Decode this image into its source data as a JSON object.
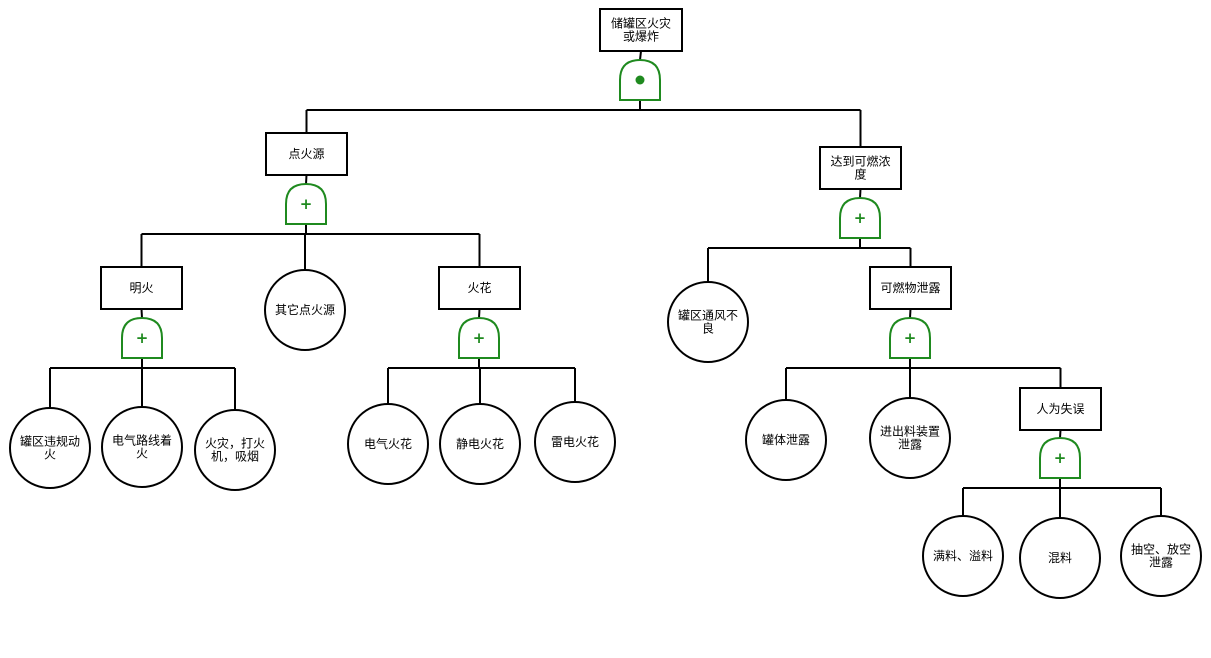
{
  "diagram": {
    "colors": {
      "gate": "#1f8a1f",
      "line": "#000000",
      "fill": "#ffffff"
    },
    "nodes": [
      {
        "id": "top",
        "shape": "rect",
        "lines": [
          "储罐区火灾",
          "或爆炸"
        ]
      },
      {
        "id": "ignition",
        "shape": "rect",
        "lines": [
          "点火源"
        ]
      },
      {
        "id": "conc",
        "shape": "rect",
        "lines": [
          "达到可燃浓",
          "度"
        ]
      },
      {
        "id": "flame",
        "shape": "rect",
        "lines": [
          "明火"
        ]
      },
      {
        "id": "other_ign",
        "shape": "circle",
        "lines": [
          "其它点火源"
        ]
      },
      {
        "id": "spark",
        "shape": "rect",
        "lines": [
          "火花"
        ]
      },
      {
        "id": "vent",
        "shape": "circle",
        "lines": [
          "罐区通风不",
          "良"
        ]
      },
      {
        "id": "leak",
        "shape": "rect",
        "lines": [
          "可燃物泄露"
        ]
      },
      {
        "id": "b1",
        "shape": "circle",
        "lines": [
          "罐区违规动",
          "火"
        ]
      },
      {
        "id": "b2",
        "shape": "circle",
        "lines": [
          "电气路线着",
          "火"
        ]
      },
      {
        "id": "b3",
        "shape": "circle",
        "lines": [
          "火灾，打火",
          "机，吸烟"
        ]
      },
      {
        "id": "s1",
        "shape": "circle",
        "lines": [
          "电气火花"
        ]
      },
      {
        "id": "s2",
        "shape": "circle",
        "lines": [
          "静电火花"
        ]
      },
      {
        "id": "s3",
        "shape": "circle",
        "lines": [
          "雷电火花"
        ]
      },
      {
        "id": "l1",
        "shape": "circle",
        "lines": [
          "罐体泄露"
        ]
      },
      {
        "id": "l2",
        "shape": "circle",
        "lines": [
          "进出料装置",
          "泄露"
        ]
      },
      {
        "id": "human",
        "shape": "rect",
        "lines": [
          "人为失误"
        ]
      },
      {
        "id": "h1",
        "shape": "circle",
        "lines": [
          "满料、溢料"
        ]
      },
      {
        "id": "h2",
        "shape": "circle",
        "lines": [
          "混料"
        ]
      },
      {
        "id": "h3",
        "shape": "circle",
        "lines": [
          "抽空、放空",
          "泄露"
        ]
      }
    ],
    "gates": [
      {
        "id": "g_top",
        "type": "and",
        "symbol": "●"
      },
      {
        "id": "g_ign",
        "type": "or",
        "symbol": "+"
      },
      {
        "id": "g_conc",
        "type": "or",
        "symbol": "+"
      },
      {
        "id": "g_flame",
        "type": "or",
        "symbol": "+"
      },
      {
        "id": "g_spark",
        "type": "or",
        "symbol": "+"
      },
      {
        "id": "g_leak",
        "type": "or",
        "symbol": "+"
      },
      {
        "id": "g_human",
        "type": "or",
        "symbol": "+"
      }
    ],
    "links": [
      {
        "parent": "top",
        "gate": "g_top",
        "children": [
          "ignition",
          "conc"
        ]
      },
      {
        "parent": "ignition",
        "gate": "g_ign",
        "children": [
          "flame",
          "other_ign",
          "spark"
        ]
      },
      {
        "parent": "conc",
        "gate": "g_conc",
        "children": [
          "vent",
          "leak"
        ]
      },
      {
        "parent": "flame",
        "gate": "g_flame",
        "children": [
          "b1",
          "b2",
          "b3"
        ]
      },
      {
        "parent": "spark",
        "gate": "g_spark",
        "children": [
          "s1",
          "s2",
          "s3"
        ]
      },
      {
        "parent": "leak",
        "gate": "g_leak",
        "children": [
          "l1",
          "l2",
          "human"
        ]
      },
      {
        "parent": "human",
        "gate": "g_human",
        "children": [
          "h1",
          "h2",
          "h3"
        ]
      }
    ]
  }
}
